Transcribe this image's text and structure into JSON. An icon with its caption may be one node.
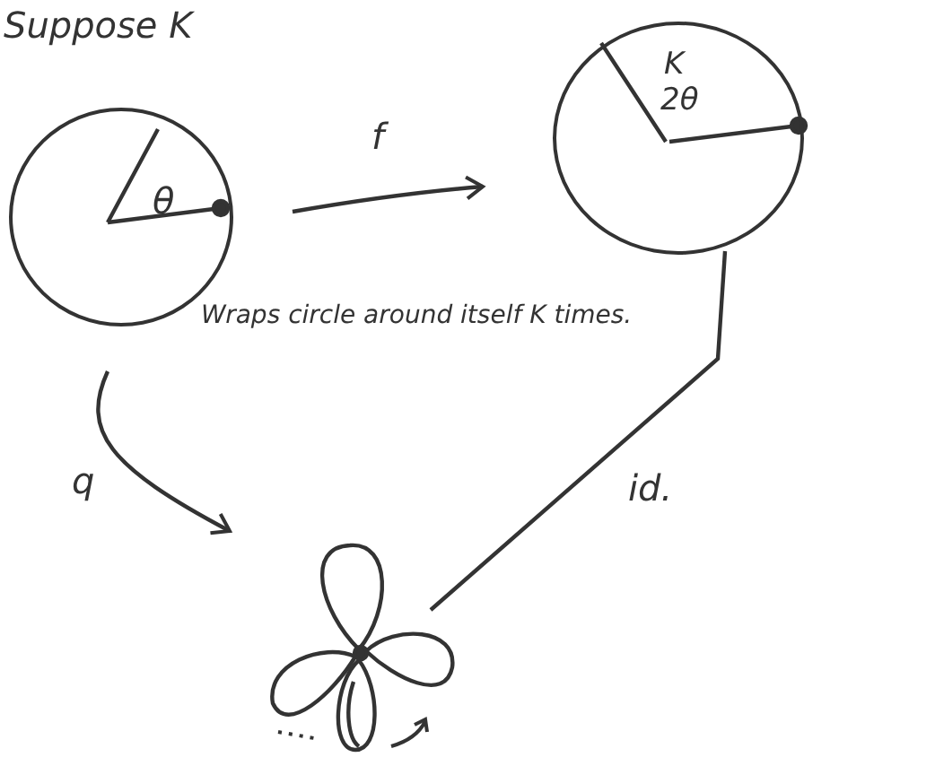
{
  "diagram": {
    "nodes": [
      {
        "text": [
          "θ"
        ]
      },
      {
        "text": [
          "K",
          "2θ"
        ]
      },
      {
        "text": [],
        "shape": "picture"
      }
    ],
    "edges": [
      {
        "from": 0,
        "to": 1,
        "arrow": "to",
        "label": "f"
      },
      {
        "from": 0,
        "to": 2,
        "arrow": "to",
        "label": "q"
      },
      {
        "from": 2,
        "to": 1,
        "arrow": "none",
        "label": "id."
      }
    ],
    "labels": [
      "Suppose K",
      "Wraps circle around itself K times."
    ]
  }
}
